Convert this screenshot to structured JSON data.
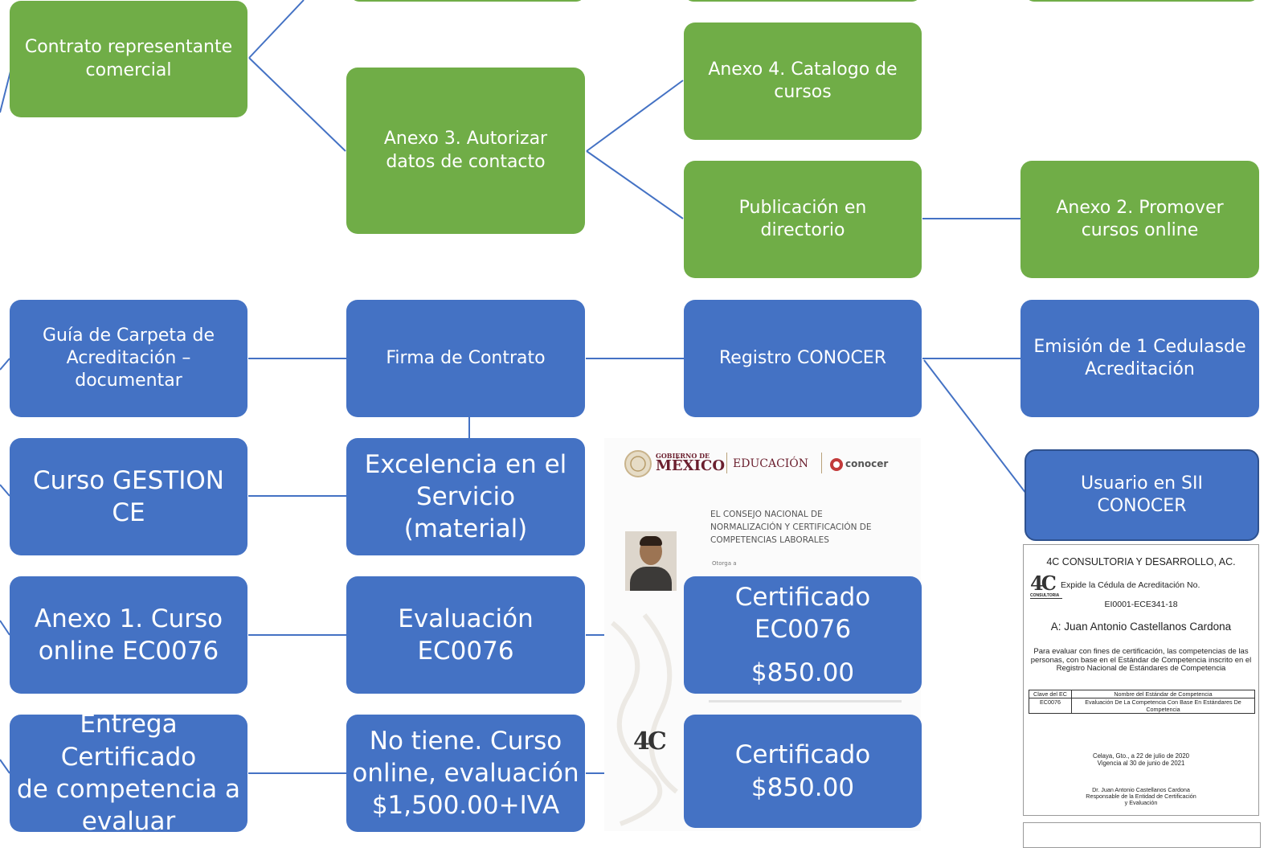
{
  "nodes": {
    "contrato_representante": "Contrato representante\ncomercial",
    "anexo3": "Anexo 3. Autorizar\ndatos de contacto",
    "anexo4": "Anexo 4. Catalogo de\ncursos",
    "publicacion": "Publicación en\ndirectorio",
    "anexo2": "Anexo 2. Promover\ncursos online",
    "guia_carpeta": "Guía de Carpeta de\nAcreditación –\ndocumentar",
    "firma_contrato": "Firma de Contrato",
    "registro_conocer": "Registro CONOCER",
    "emision_cedula": "Emisión de 1 Cedulasde\nAcreditación",
    "usuario_sii": "Usuario en SII\nCONOCER",
    "curso_gestion": "Curso GESTION CE",
    "excelencia": "Excelencia en el\nServicio (material)",
    "anexo1": "Anexo 1. Curso\nonline EC0076",
    "evaluacion": "Evaluación EC0076",
    "certificado_ec0076": "Certificado EC0076",
    "certificado_ec0076_price": "$850.00",
    "entrega_certificado": "Entrega Certificado\nde competencia a\nevaluar",
    "no_tiene": "No tiene. Curso\nonline, evaluación\n$1,500.00+IVA",
    "certificado": "Certificado\n$850.00"
  },
  "certificate_left": {
    "gob_line1": "GOBIERNO DE",
    "gob_line2": "MÉXICO",
    "educacion": "EDUCACIÓN",
    "conocer": "conocer",
    "consejo": "EL CONSEJO NACIONAL DE\nNORMALIZACIÓN Y CERTIFICACIÓN DE\nCOMPETENCIAS LABORALES",
    "otorga": "Otorga a",
    "logo_4c": "4C"
  },
  "certificate_right": {
    "org": "4C CONSULTORIA Y DESARROLLO, AC.",
    "logo": "4C",
    "logo_sub": "CONSULTORIA",
    "expide": "Expide la Cédula de Acreditación No.",
    "number": "EI0001-ECE341-18",
    "recipient": "A: Juan Antonio Castellanos Cardona",
    "purpose": "Para evaluar con fines de certificación, las competencias de las personas, con base en el Estándar de Competencia inscrito en el Registro Nacional de Estándares de Competencia",
    "table_headers": [
      "Clave del EC",
      "Nombre del Estándar de Competencia"
    ],
    "table_row": [
      "EC0076",
      "Evaluación De La Competencia Con Base En Estándares De Competencia"
    ],
    "place_date": "Celaya, Gto., a 22 de julio de 2020",
    "validity": "Vigencia al 30 de junio de 2021",
    "signer": "Dr. Juan Antonio Castellanos Cardona",
    "signer_role": "Responsable de la Entidad de Certificación\ny Evaluación"
  }
}
